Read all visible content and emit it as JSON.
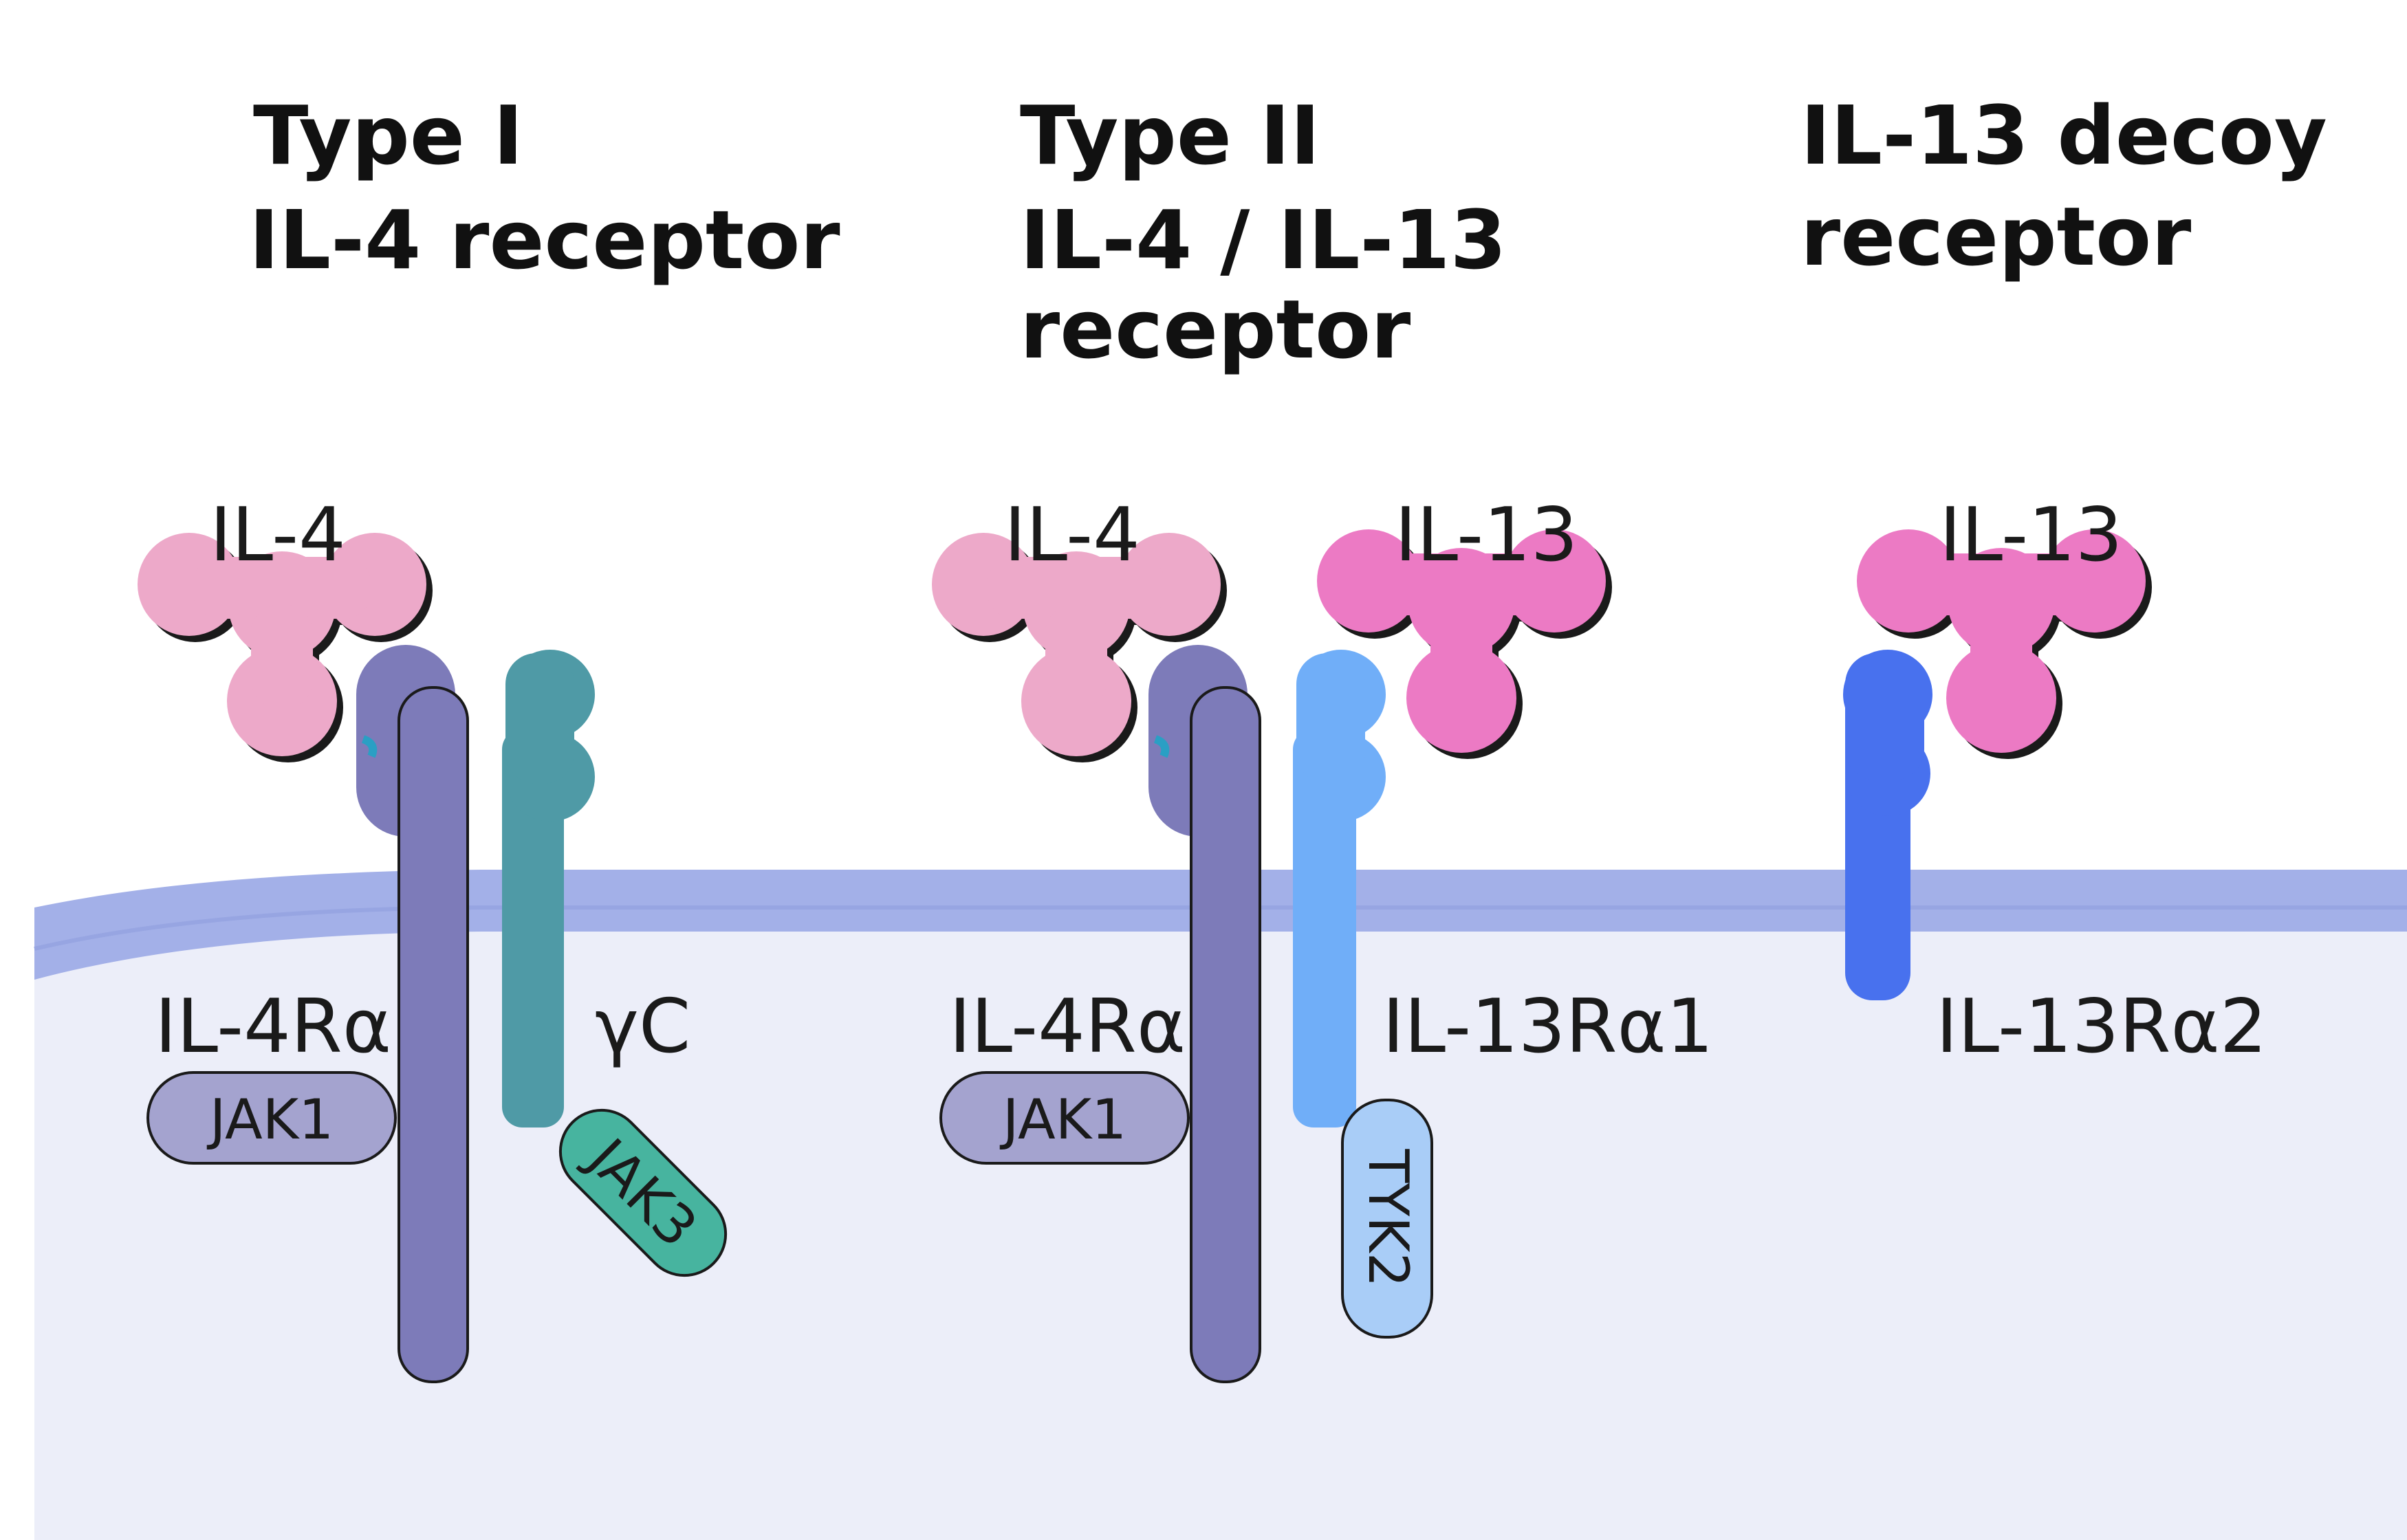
{
  "headings": {
    "type1_line1": "Type I",
    "type1_line2": "IL-4 receptor",
    "type2_line1": "Type II",
    "type2_line2": "IL-4 / IL-13",
    "type2_line3": "receptor",
    "decoy_line1": "IL-13 decoy",
    "decoy_line2": "receptor"
  },
  "ligands": {
    "il4_a": "IL-4",
    "il4_b": "IL-4",
    "il13_a": "IL-13",
    "il13_b": "IL-13"
  },
  "receptors": {
    "il4ra_a": "IL-4Rα",
    "gamma_c": "γC",
    "il4ra_b": "IL-4Rα",
    "il13ra1": "IL-13Rα1",
    "il13ra2": "IL-13Rα2"
  },
  "kinases": {
    "jak1_a": "JAK1",
    "jak3": "JAK3",
    "jak1_b": "JAK1",
    "tyk2": "TYK2"
  },
  "colors": {
    "background": "#ffffff",
    "cytoplasm": "#eceef9",
    "membrane": "#a3b0e8",
    "il4": "#eda9c9",
    "il13": "#ec7ac4",
    "il4ra": "#7d7bb9",
    "gamma_c": "#4f9aa6",
    "il13ra1": "#70aef8",
    "il13ra2": "#4871ee",
    "jak1": "#a4a3cf",
    "jak3": "#47b49f",
    "tyk2": "#a9cdf7"
  }
}
